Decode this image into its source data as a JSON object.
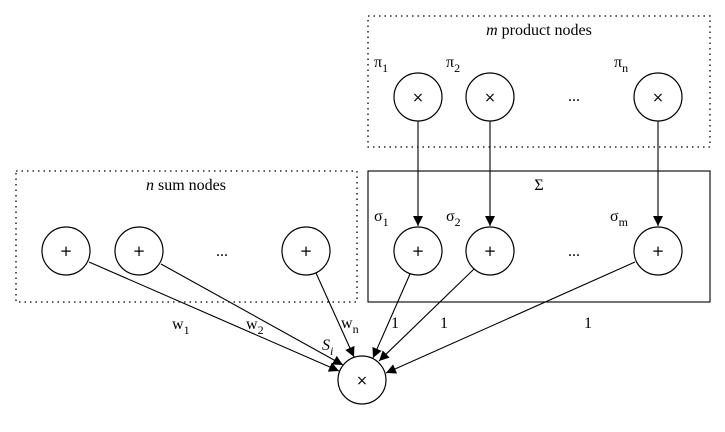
{
  "groups": {
    "product": {
      "count_symbol": "m",
      "label": "product nodes"
    },
    "sum": {
      "count_symbol": "n",
      "label": "sum nodes"
    },
    "sigma": {
      "label": "Σ"
    }
  },
  "product_nodes": [
    {
      "symbol": "π",
      "sub": "1",
      "op": "×"
    },
    {
      "symbol": "π",
      "sub": "2",
      "op": "×"
    },
    {
      "symbol": "π",
      "sub": "n",
      "op": "×"
    }
  ],
  "product_ellipsis": "...",
  "sum_nodes": [
    {
      "op": "+"
    },
    {
      "op": "+"
    },
    {
      "op": "+"
    }
  ],
  "sum_ellipsis": "...",
  "sigma_nodes": [
    {
      "symbol": "σ",
      "sub": "1",
      "op": "+"
    },
    {
      "symbol": "σ",
      "sub": "2",
      "op": "+"
    },
    {
      "symbol": "σ",
      "sub": "m",
      "op": "+"
    }
  ],
  "sigma_ellipsis": "...",
  "target": {
    "symbol": "S",
    "sub": "i",
    "op": "×"
  },
  "edge_labels": {
    "w1": {
      "base": "w",
      "sub": "1"
    },
    "w2": {
      "base": "w",
      "sub": "2"
    },
    "wn": {
      "base": "w",
      "sub": "n"
    },
    "one_a": "1",
    "one_b": "1",
    "one_c": "1"
  }
}
